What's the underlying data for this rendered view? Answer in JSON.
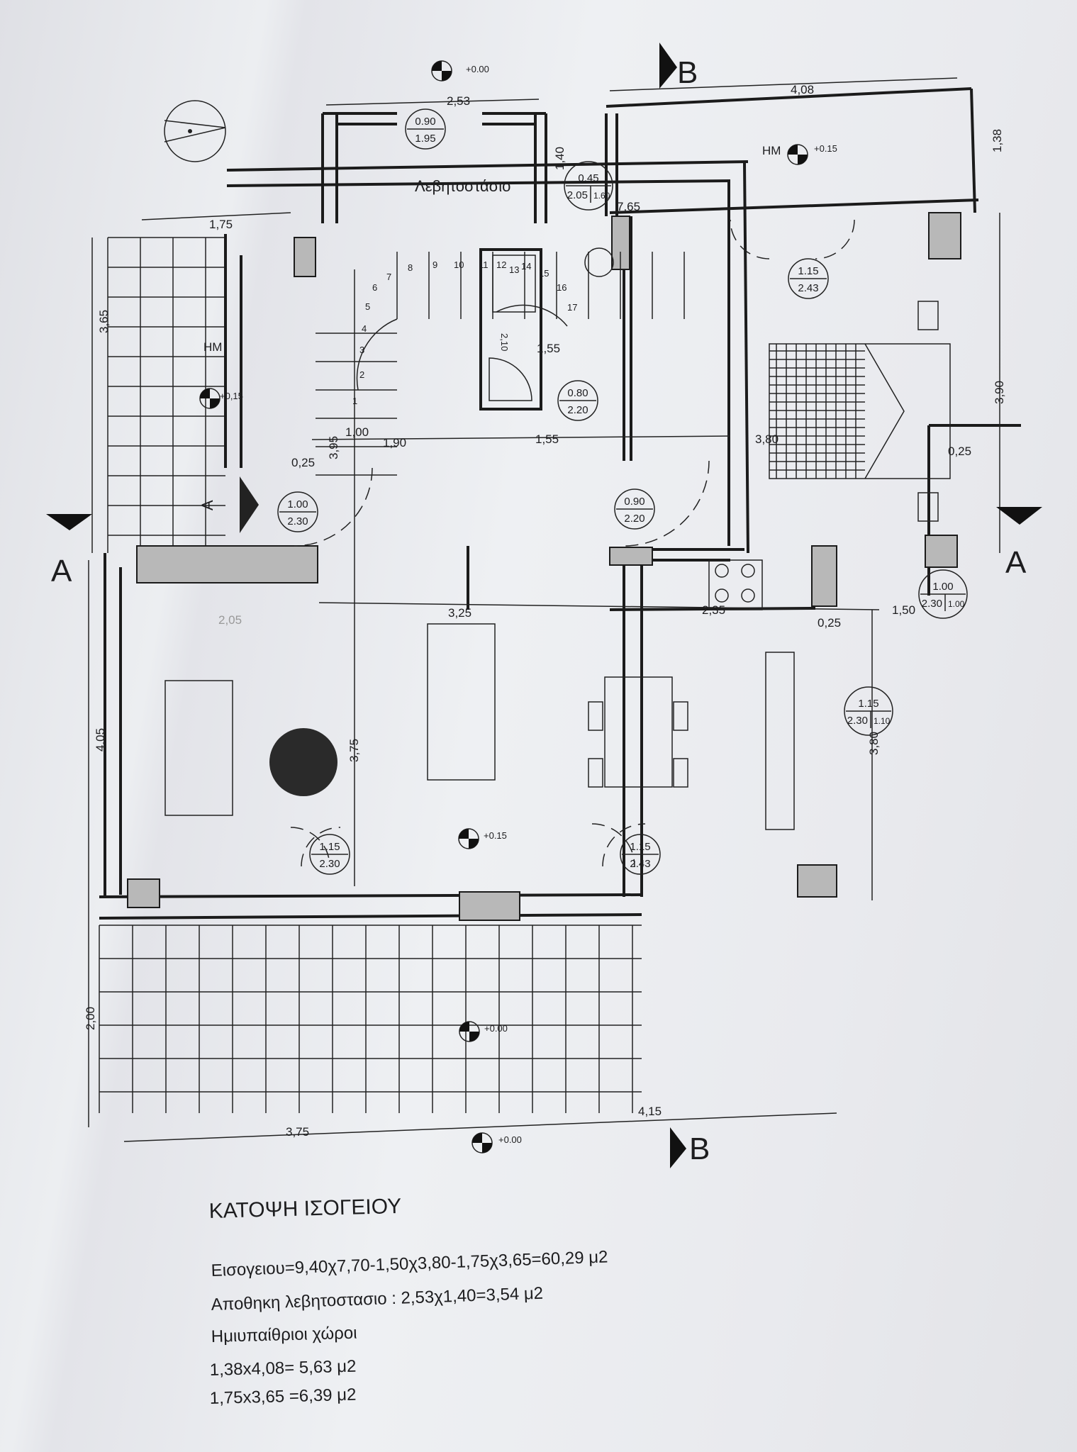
{
  "drawing": {
    "title": "ΚΑΤΟΨΗ ΙΣΟΓΕΙΟΥ",
    "areas": [
      "Εισογειου=9,40χ7,70-1,50χ3,80-1,75χ3,65=60,29 μ2",
      "Αποθηκη λεβητοστασιο : 2,53χ1,40=3,54 μ2",
      "Ημιυπαίθριοι χώροι",
      "1,38x4,08= 5,63 μ2",
      "1,75x3,65 =6,39 μ2"
    ],
    "rooms": {
      "boiler": "Λεβητοστάσιο",
      "porch_top": "ΗΜ",
      "porch_left": "ΗΜ"
    },
    "levels": {
      "top": "+0.00",
      "porch_top": "+0.15",
      "porch_left": "+0,15",
      "living": "+0.15",
      "terrace": "+0.00",
      "bottom": "+0.00"
    },
    "sections": {
      "a_left": "A",
      "a_right": "A",
      "b_top": "B",
      "b_bottom": "B",
      "a_arrow": "A"
    },
    "dimensions": {
      "boiler_w": "2,53",
      "porch_w": "4,08",
      "boiler_h": "1,40",
      "porch_h": "1,38",
      "top_total": "7,65",
      "left_porch_w": "1,75",
      "left_porch_h": "3,65",
      "bedroom_h": "3,90",
      "hall_w": "1,90",
      "bath_w": "1,55",
      "bath_w2": "1,55",
      "stair_w": "1,00",
      "stair_len": "3,95",
      "bedroom_w": "3,80",
      "wall_left": "0,25",
      "wall_right": "0,25",
      "wall_kitchen": "0,25",
      "living_w": "3,25",
      "kitchen_w": "2,35",
      "living_l": "2,05",
      "kitchen_ext": "1,50",
      "kitchen_h": "3,80",
      "living_h": "4,05",
      "living_h2": "3,75",
      "terrace_h": "2,00",
      "bottom_left": "3,75",
      "bottom_right": "4,15",
      "shower": "2,10"
    },
    "doors": [
      {
        "w": "0.90",
        "h": "1.95"
      },
      {
        "w": "0.45",
        "h": "2.05",
        "s": "1.60"
      },
      {
        "w": "1.15",
        "h": "2.43"
      },
      {
        "w": "0.80",
        "h": "2.20"
      },
      {
        "w": "1.00",
        "h": "2.30"
      },
      {
        "w": "0.90",
        "h": "2.20"
      },
      {
        "w": "1.00",
        "h": "2.30",
        "s": "1.00"
      },
      {
        "w": "1.15",
        "h": "2.30",
        "s": "1.10"
      },
      {
        "w": "1.15",
        "h": "2.30"
      },
      {
        "w": "1.15",
        "h": "2.43"
      }
    ],
    "stair_steps": [
      "1",
      "2",
      "3",
      "4",
      "5",
      "6",
      "7",
      "8",
      "9",
      "10",
      "11",
      "12",
      "13",
      "14",
      "15",
      "16",
      "17"
    ]
  }
}
